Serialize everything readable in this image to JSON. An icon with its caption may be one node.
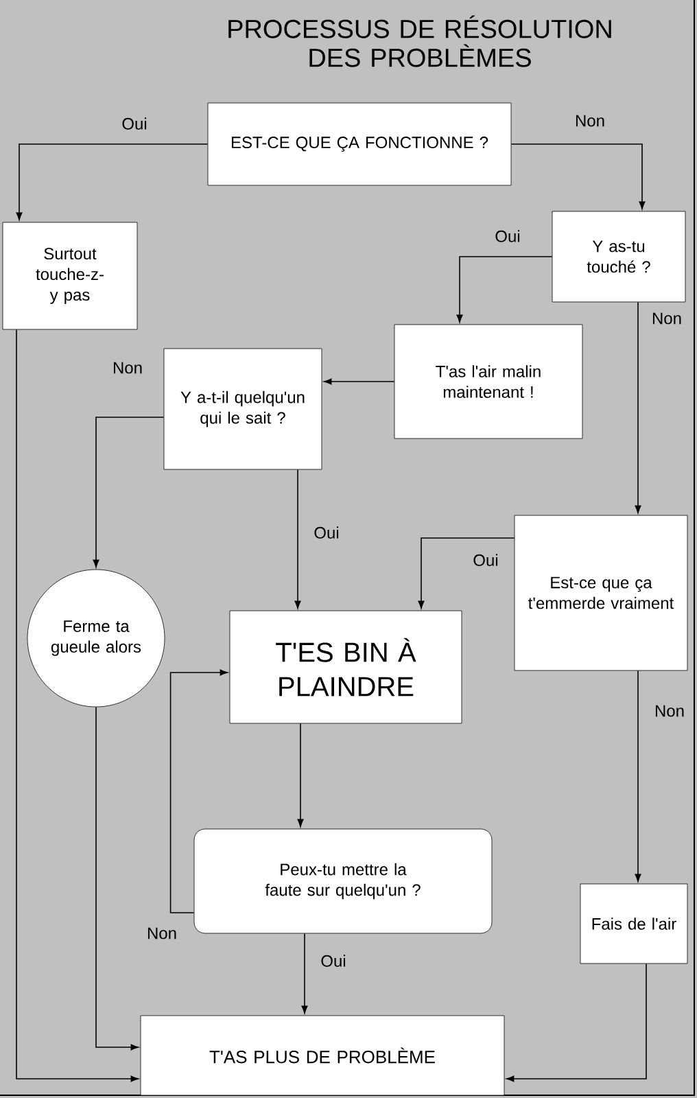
{
  "diagram": {
    "title": "PROCESSUS DE RÉSOLUTION DES PROBLÈMES",
    "nodes": [
      {
        "text": [
          "EST-CE QUE ÇA FONCTIONNE ?"
        ]
      },
      {
        "text": [
          "Surtout touche-z- y pas"
        ]
      },
      {
        "text": [
          "Y as-tu touché ?"
        ]
      },
      {
        "text": [
          "T'as l'air malin maintenant !"
        ]
      },
      {
        "text": [
          "Y a-t-il quelqu'un qui le sait ?"
        ]
      },
      {
        "text": [
          "Ferme ta gueule alors"
        ]
      },
      {
        "text": [
          "T'ES BIN À PLAINDRE"
        ]
      },
      {
        "text": [
          "Est-ce que ça t'emmerde vraiment"
        ]
      },
      {
        "text": [
          "Peux-tu mettre la faute sur quelqu'un ?"
        ]
      },
      {
        "text": [
          "Fais de l'air"
        ]
      },
      {
        "text": [
          "T'AS PLUS DE PROBLÈME"
        ]
      }
    ],
    "edges": [
      {
        "from": 0,
        "to": 1,
        "arrow": "to",
        "label": "Oui"
      },
      {
        "from": 0,
        "to": 2,
        "arrow": "to",
        "label": "Non"
      },
      {
        "from": 2,
        "to": 3,
        "arrow": "to",
        "label": "Oui"
      },
      {
        "from": 2,
        "to": 7,
        "arrow": "to",
        "label": "Non"
      },
      {
        "from": 3,
        "to": 4,
        "arrow": "to"
      },
      {
        "from": 4,
        "to": 5,
        "arrow": "to",
        "label": "Non"
      },
      {
        "from": 4,
        "to": 6,
        "arrow": "to",
        "label": "Oui"
      },
      {
        "from": 7,
        "to": 6,
        "arrow": "to",
        "label": "Oui"
      },
      {
        "from": 7,
        "to": 9,
        "arrow": "to",
        "label": "Non"
      },
      {
        "from": 6,
        "to": 8,
        "arrow": "to"
      },
      {
        "from": 8,
        "to": 6,
        "arrow": "to",
        "label": "Non"
      },
      {
        "from": 8,
        "to": 10,
        "arrow": "to",
        "label": "Oui"
      },
      {
        "from": 5,
        "to": 10,
        "arrow": "to"
      },
      {
        "from": 1,
        "to": 10,
        "arrow": "to"
      },
      {
        "from": 9,
        "to": 10,
        "arrow": "to"
      }
    ]
  }
}
